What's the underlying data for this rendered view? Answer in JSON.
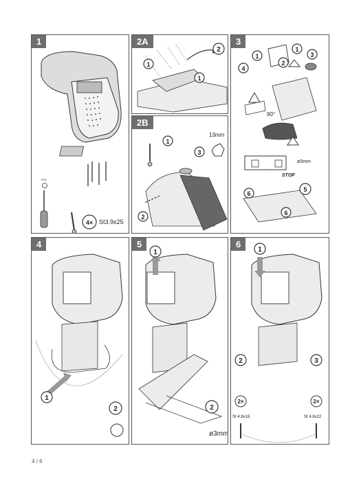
{
  "page": {
    "number": "4 / 6"
  },
  "panels": {
    "p1": {
      "label": "1"
    },
    "p2a": {
      "label": "2A"
    },
    "p2b": {
      "label": "2B"
    },
    "p3": {
      "label": "3"
    },
    "p4": {
      "label": "4"
    },
    "p5": {
      "label": "5"
    },
    "p6": {
      "label": "6"
    }
  },
  "step1": {
    "qty": "4×",
    "screw": "St3.9x25",
    "driver_label": "PH2"
  },
  "step2b": {
    "wrench": "13mm"
  },
  "step3": {
    "angle": "90°",
    "drill": "ø3mm",
    "stop": "STOP"
  },
  "step5": {
    "drill": "ø3mm"
  },
  "step6": {
    "left_qty": "2×",
    "left_screw": "St 4.8x16",
    "right_qty": "2×",
    "right_screw": "St 4.8x22"
  },
  "callouts": {
    "one": "1",
    "two": "2",
    "three": "3",
    "four": "4",
    "five": "5",
    "six": "6"
  }
}
